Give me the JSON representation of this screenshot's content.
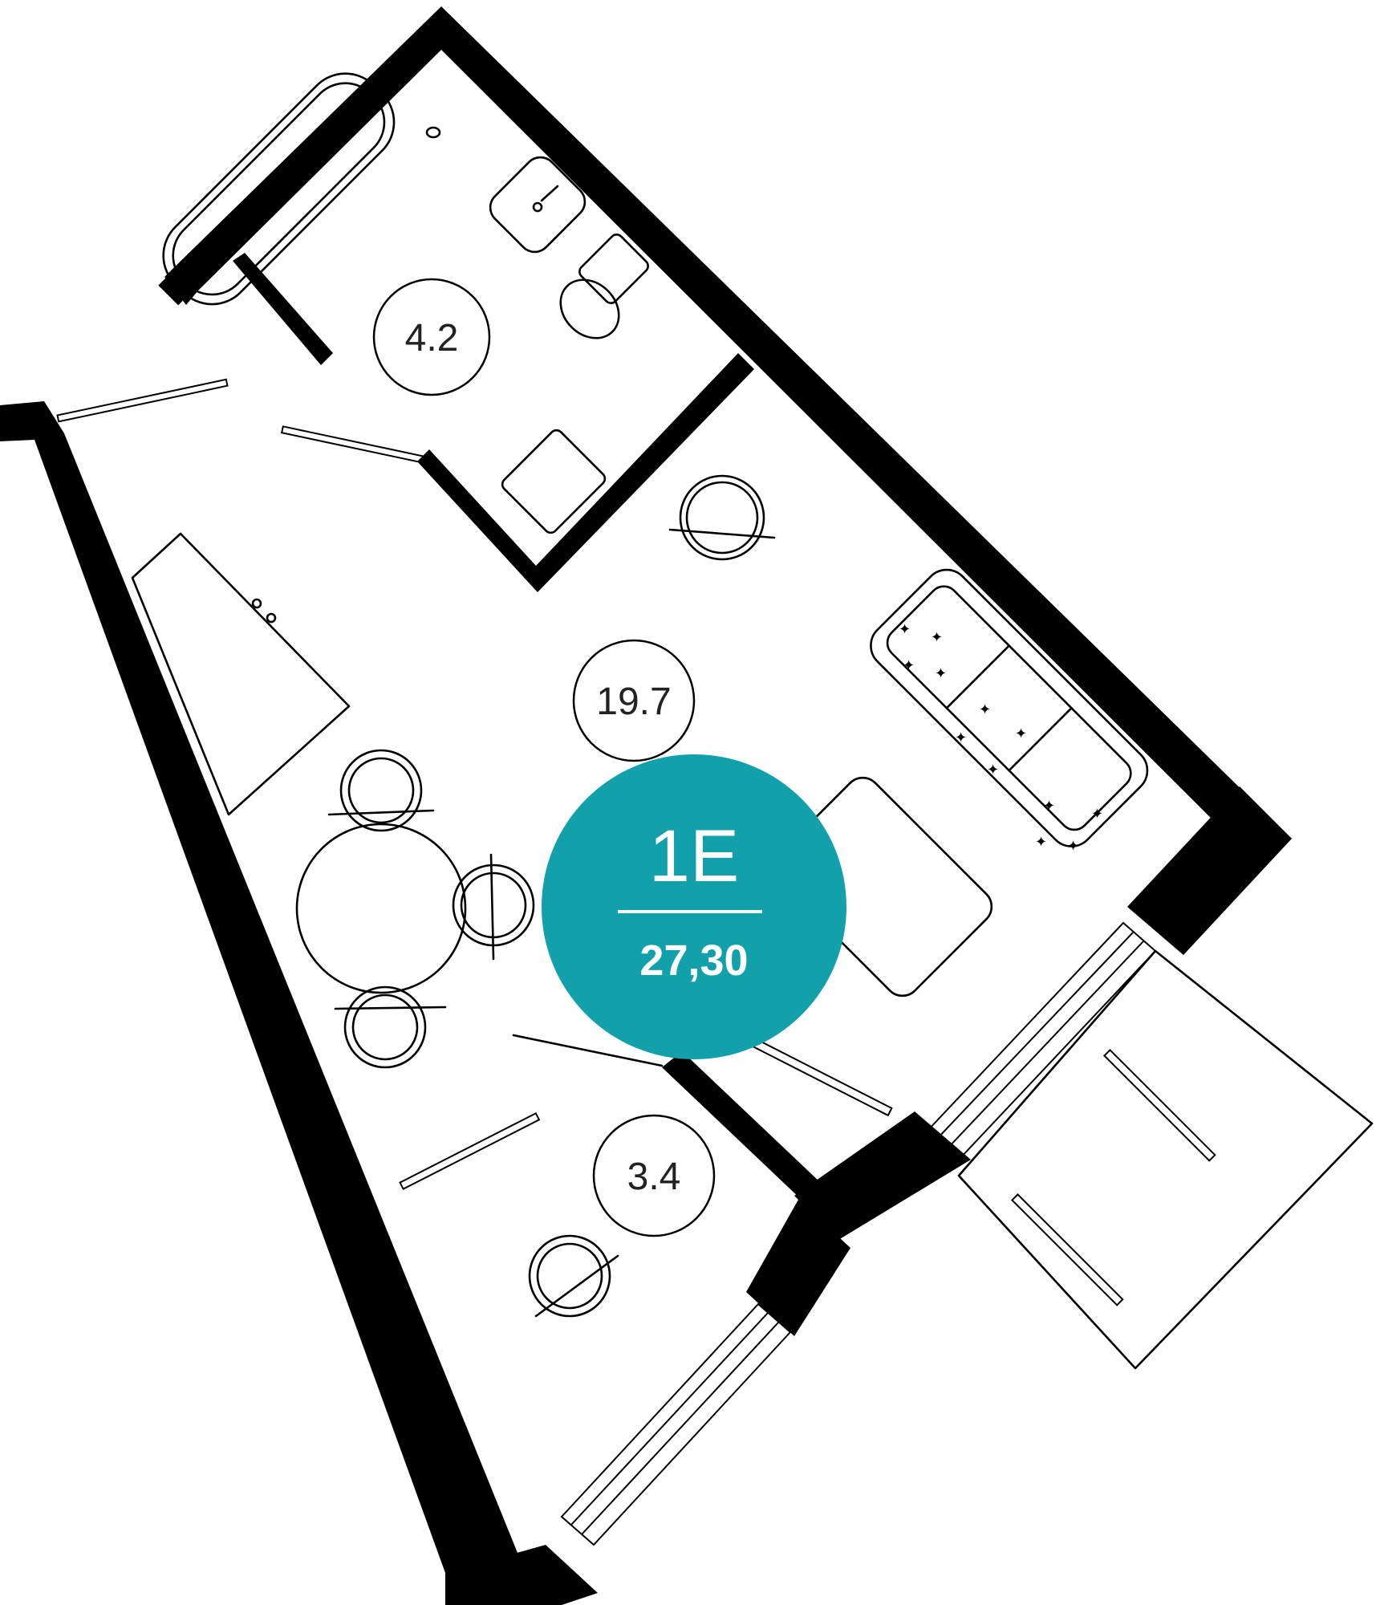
{
  "unit": {
    "code": "1E",
    "total_area": "27,30",
    "badge_color": "#12a0aa"
  },
  "rooms": [
    {
      "id": "bathroom",
      "area": "4.2"
    },
    {
      "id": "studio",
      "area": "19.7"
    },
    {
      "id": "hall",
      "area": "3.4"
    }
  ],
  "colors": {
    "walls": "#000000",
    "lines": "#000000",
    "background": "#ffffff"
  },
  "furniture_icons": [
    "bathtub-icon",
    "sink-icon",
    "toilet-icon",
    "washing-machine-icon",
    "armchair-icon",
    "sofa-icon",
    "bed-icon",
    "wardrobe-icon",
    "dining-table-icon",
    "chair-icon",
    "balcony-icon"
  ]
}
